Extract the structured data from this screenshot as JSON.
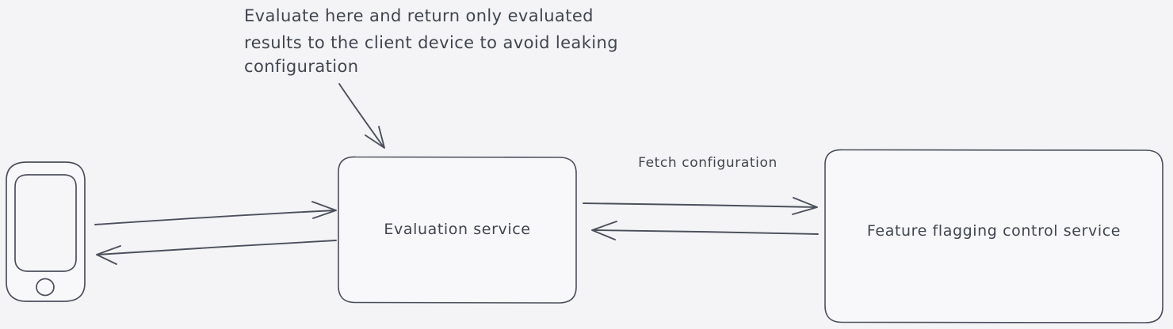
{
  "diagram": {
    "background_color": "#f4f4f6",
    "stroke_color": "#4c505c",
    "text_color": "#41454f",
    "node_fill": "#f8f8fa",
    "style": "hand-drawn",
    "nodes": [
      {
        "id": "client-device",
        "shape": "mobile-phone",
        "label": ""
      },
      {
        "id": "evaluation-service",
        "shape": "rounded-rectangle",
        "label": "Evaluation service"
      },
      {
        "id": "feature-flagging-control-service",
        "shape": "rounded-rectangle",
        "label": "Feature flagging control service"
      }
    ],
    "edges": [
      {
        "id": "client-to-evaluation",
        "from": "client-device",
        "to": "evaluation-service",
        "direction": "right",
        "label": ""
      },
      {
        "id": "evaluation-to-client",
        "from": "evaluation-service",
        "to": "client-device",
        "direction": "left",
        "label": ""
      },
      {
        "id": "evaluation-to-control",
        "from": "evaluation-service",
        "to": "feature-flagging-control-service",
        "direction": "right",
        "label": "Fetch configuration"
      },
      {
        "id": "control-to-evaluation",
        "from": "feature-flagging-control-service",
        "to": "evaluation-service",
        "direction": "left",
        "label": ""
      }
    ],
    "annotation": {
      "lines": [
        "Evaluate here and return only evaluated",
        "results to the client device to avoid leaking",
        "configuration"
      ],
      "line1": "Evaluate here and return only evaluated",
      "line2": "results to the client device to avoid leaking",
      "line3": "configuration",
      "points_to": "evaluation-service"
    }
  }
}
